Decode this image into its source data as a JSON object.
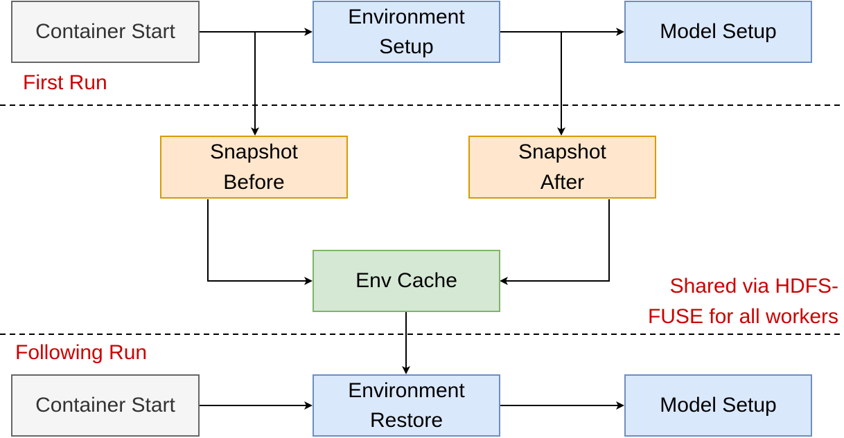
{
  "nodes": {
    "container_start_1": "Container Start",
    "env_setup": "Environment\nSetup",
    "model_setup_1": "Model Setup",
    "snapshot_before": "Snapshot\nBefore",
    "snapshot_after": "Snapshot\nAfter",
    "env_cache": "Env Cache",
    "container_start_2": "Container Start",
    "env_restore": "Environment\nRestore",
    "model_setup_2": "Model Setup"
  },
  "labels": {
    "first_run": "First Run",
    "following_run": "Following Run",
    "shared_note": "Shared via HDFS-\nFUSE for all workers"
  },
  "colors": {
    "label_red": "#cc0000",
    "gray_fill": "#f5f5f5",
    "blue_fill": "#dae8fc",
    "orange_fill": "#ffe6cc",
    "green_fill": "#d5e8d4"
  }
}
